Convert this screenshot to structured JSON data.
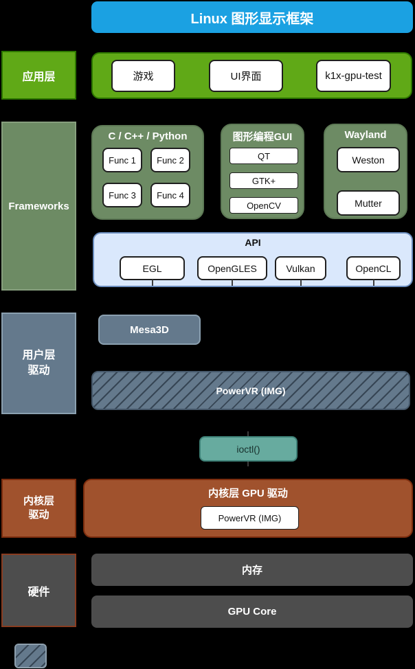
{
  "title": "Linux 图形显示框架",
  "app_layer": {
    "label": "应用层",
    "items": [
      "游戏",
      "UI界面",
      "k1x-gpu-test"
    ]
  },
  "frameworks": {
    "label": "Frameworks",
    "groups": [
      {
        "title": "C / C++ / Python",
        "items": [
          "Func 1",
          "Func 2",
          "Func 3",
          "Func 4"
        ]
      },
      {
        "title": "图形编程GUI",
        "items": [
          "QT",
          "GTK+",
          "OpenCV"
        ]
      },
      {
        "title": "Wayland",
        "items": [
          "Weston",
          "Mutter"
        ]
      }
    ],
    "api": {
      "title": "API",
      "items": [
        "EGL",
        "OpenGLES",
        "Vulkan",
        "OpenCL"
      ]
    }
  },
  "user_driver": {
    "label_line1": "用户层",
    "label_line2": "驱动",
    "mesa": "Mesa3D",
    "powervr": "PowerVR (IMG)"
  },
  "ioctl": "ioctl()",
  "kernel_driver": {
    "label_line1": "内核层",
    "label_line2": "驱动",
    "title": "内核层 GPU 驱动",
    "item": "PowerVR (IMG)"
  },
  "hardware": {
    "label": "硬件",
    "items": [
      "内存",
      "GPU Core"
    ]
  },
  "colors": {
    "background": "#000000",
    "title_blue": "#1ba1e2",
    "app_green": "#60a917",
    "app_green_border": "#2d7600",
    "framework_sage": "#6d8b64",
    "api_fill": "#dae8fc",
    "api_border": "#6c8ebf",
    "driver_slate": "#64798c",
    "ioctl_teal": "#67ab9f",
    "kernel_brown": "#a0522d",
    "hardware_gray": "#4d4d4d"
  }
}
